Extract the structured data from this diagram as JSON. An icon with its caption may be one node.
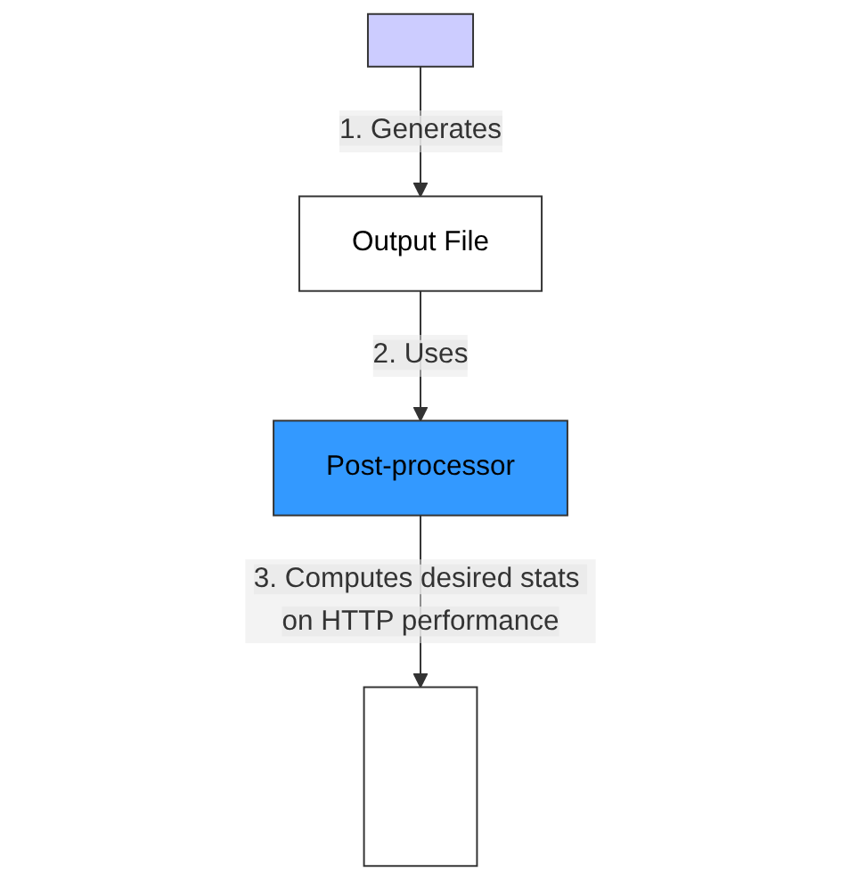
{
  "diagram": {
    "nodes": [
      {
        "text": [],
        "shape": "box"
      },
      {
        "text": [
          "Output File"
        ]
      },
      {
        "text": [
          "Post-processor"
        ]
      },
      {
        "text": [],
        "shape": "box"
      }
    ],
    "edges": [
      {
        "from": 0,
        "to": 1,
        "arrow": "to",
        "label": "1. Generates"
      },
      {
        "from": 1,
        "to": 2,
        "arrow": "to",
        "label": "2. Uses"
      },
      {
        "from": 2,
        "to": 3,
        "arrow": "to",
        "label": "3. Computes desired stats on HTTP performance"
      }
    ]
  }
}
